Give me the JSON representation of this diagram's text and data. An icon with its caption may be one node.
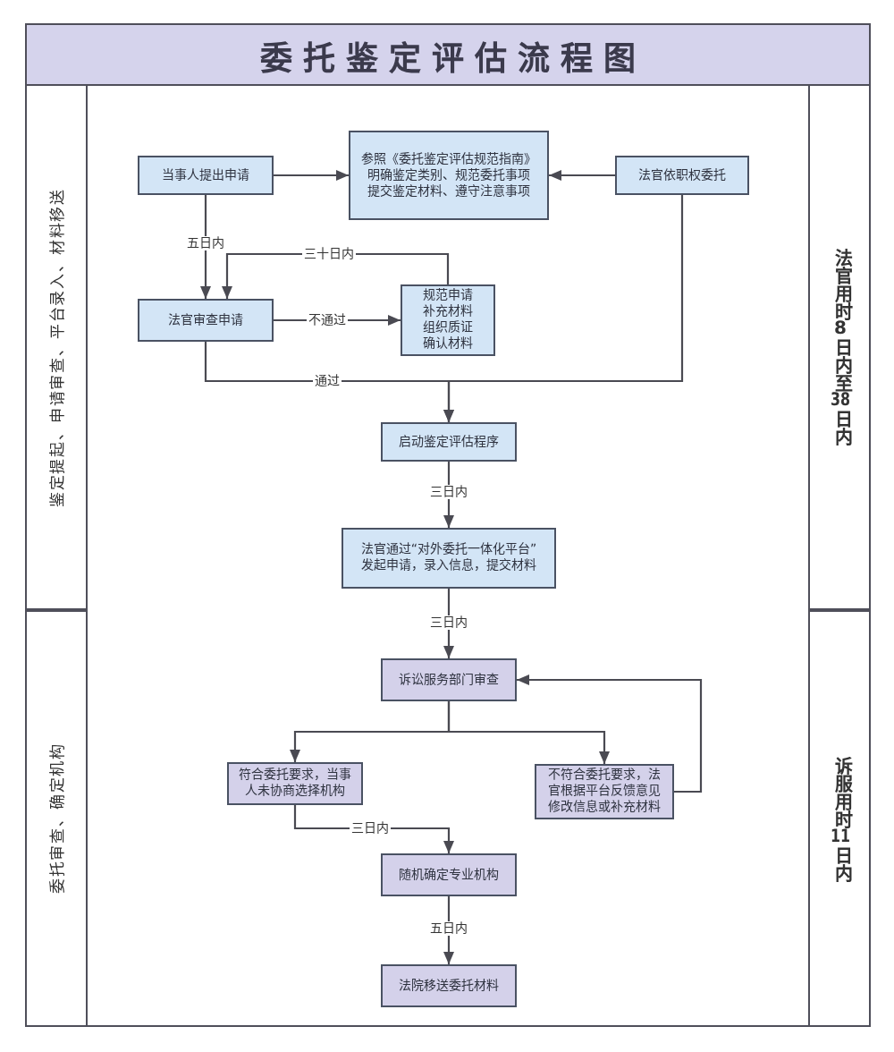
{
  "diagram": {
    "title": "委托鉴定评估流程图",
    "nodes": [
      {
        "text": [
          "鉴定提起、申请审查、平台录入、材料移送"
        ]
      },
      {
        "text": [
          "当事人提出申请"
        ]
      },
      {
        "text": [
          "参照《委托鉴定评估规范指南》",
          "明确鉴定类别、规范委托事项",
          "提交鉴定材料、遵守注意事项"
        ]
      },
      {
        "text": [
          "法官依职权委托"
        ]
      },
      {
        "text": [
          "法官用时8日内至38日内"
        ]
      },
      {
        "text": [
          "法官审查申请"
        ]
      },
      {
        "text": [
          "规范申请",
          "补充材料",
          "组织质证",
          "确认材料"
        ]
      },
      {
        "text": [
          "启动鉴定评估程序"
        ]
      },
      {
        "text": [
          "法官通过“对外委托一体化平台”发起申请，录入信息，提交材料"
        ]
      },
      {
        "text": [
          "委托审查、确定机构"
        ]
      },
      {
        "text": [
          "诉讼服务部门审查"
        ]
      },
      {
        "text": [
          "诉服用时11日内"
        ]
      },
      {
        "text": [
          "符合委托要求，当事人未协商选择机构"
        ]
      },
      {
        "text": [
          "不符合委托要求，法官根据平台反馈意见修改信息或补充材料"
        ]
      },
      {
        "text": [
          "随机确定专业机构"
        ]
      },
      {
        "text": [
          "法院移送委托材料"
        ]
      }
    ],
    "edges": [
      {
        "from": 1,
        "to": 2,
        "arrow": "to"
      },
      {
        "from": 3,
        "to": 2,
        "arrow": "to"
      },
      {
        "from": 1,
        "to": 5,
        "arrow": "to",
        "label": "五日内"
      },
      {
        "from": 6,
        "to": 5,
        "arrow": "to",
        "label": "三十日内"
      },
      {
        "from": 5,
        "to": 6,
        "arrow": "to",
        "label": "不通过"
      },
      {
        "from": 5,
        "to": 7,
        "arrow": "to",
        "label": "通过"
      },
      {
        "from": 3,
        "to": 7,
        "arrow": "to"
      },
      {
        "from": 7,
        "to": 8,
        "arrow": "to",
        "label": "三日内"
      },
      {
        "from": 8,
        "to": 10,
        "arrow": "to",
        "label": "三日内"
      },
      {
        "from": 10,
        "to": 12,
        "arrow": "to"
      },
      {
        "from": 10,
        "to": 13,
        "arrow": "to"
      },
      {
        "from": 13,
        "to": 10,
        "arrow": "to"
      },
      {
        "from": 12,
        "to": 14,
        "arrow": "to",
        "label": "三日内"
      },
      {
        "from": 14,
        "to": 15,
        "arrow": "to",
        "label": "五日内"
      }
    ]
  }
}
